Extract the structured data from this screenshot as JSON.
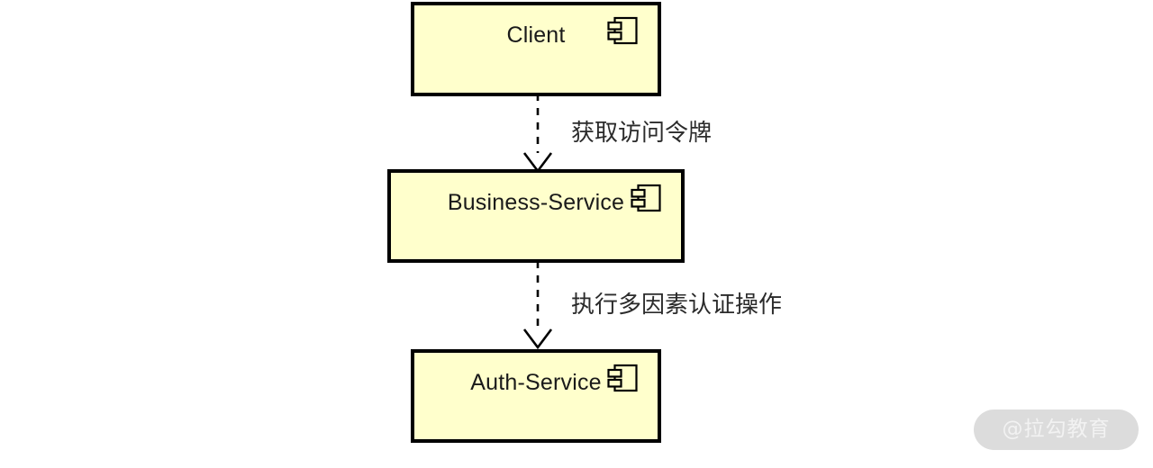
{
  "diagram": {
    "type": "uml-component-diagram",
    "background_color": "#ffffff",
    "component_fill_color": "#ffffcc",
    "component_border_color": "#000000",
    "components": [
      {
        "id": "client",
        "label": "Client",
        "icon": "uml-component-icon"
      },
      {
        "id": "business-service",
        "label": "Business-Service",
        "icon": "uml-component-icon"
      },
      {
        "id": "auth-service",
        "label": "Auth-Service",
        "icon": "uml-component-icon"
      }
    ],
    "connectors": [
      {
        "id": "client-to-business",
        "from": "client",
        "to": "business-service",
        "label": "获取访问令牌",
        "style": "dashed",
        "arrowhead": "open"
      },
      {
        "id": "business-to-auth",
        "from": "business-service",
        "to": "auth-service",
        "label": "执行多因素认证操作",
        "style": "dashed",
        "arrowhead": "open"
      }
    ]
  },
  "watermark": {
    "text": "@拉勾教育",
    "background_color": "#dcdcdc",
    "text_color": "#f2f2f2"
  }
}
